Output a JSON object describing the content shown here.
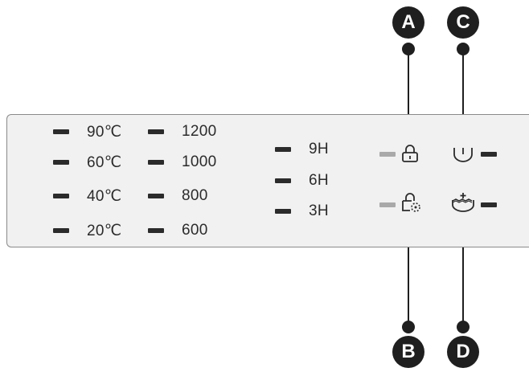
{
  "temperatures": [
    "90℃",
    "60℃",
    "40℃",
    "20℃"
  ],
  "spin_speeds": [
    "1200",
    "1000",
    "800",
    "600"
  ],
  "delay_times": [
    "9H",
    "6H",
    "3H"
  ],
  "callouts": {
    "a": "A",
    "b": "B",
    "c": "C",
    "d": "D"
  },
  "icons": {
    "a": "child-lock-icon",
    "b": "door-lock-icon",
    "c": "drain-tub-icon",
    "d": "prewash-tub-icon"
  },
  "colors": {
    "indicator_on": "#2b2b2b",
    "indicator_off": "#a9a9a9",
    "callout": "#1f1f1f",
    "panel": "#f1f1f1"
  }
}
